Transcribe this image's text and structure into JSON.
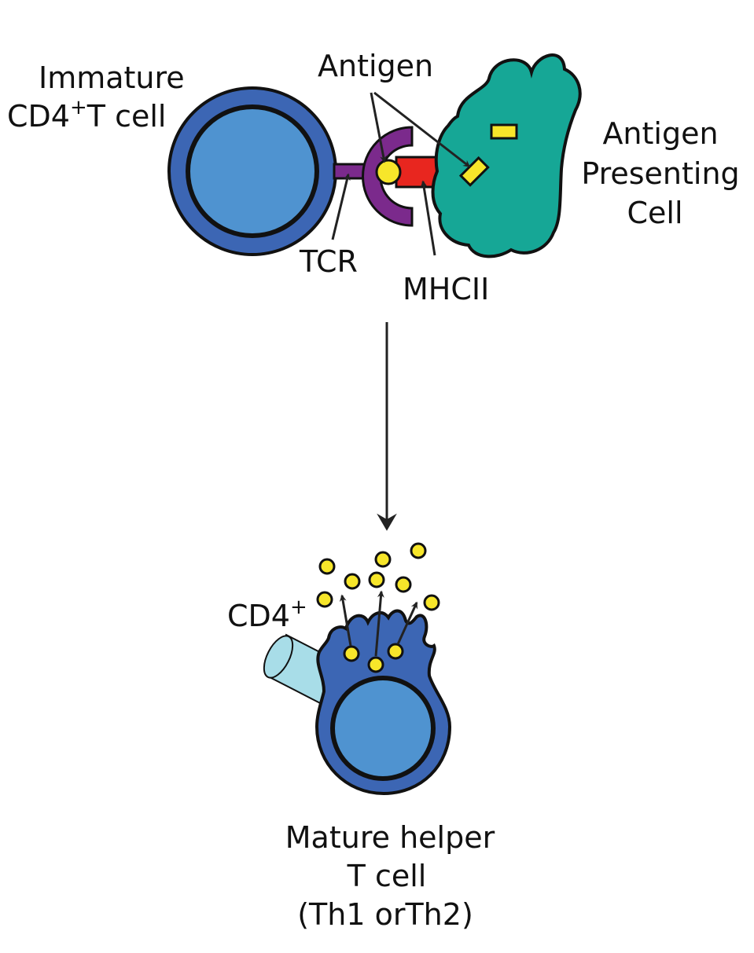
{
  "labels": {
    "immature_line1": "Immature",
    "immature_cd4": "CD4",
    "immature_plus": "+",
    "immature_tcell": "T cell",
    "antigen": "Antigen",
    "apc_line1": "Antigen",
    "apc_line2": "Presenting",
    "apc_line3": "Cell",
    "tcr": "TCR",
    "mhcii": "MHCII",
    "cd4": "CD4",
    "cd4_plus": "+",
    "mature_line1": "Mature helper",
    "mature_line2": "T cell",
    "mature_line3": "(Th1 orTh2)"
  },
  "colors": {
    "tcell_outer": "#3c66b4",
    "tcell_inner": "#4f93d0",
    "tcr": "#7b2a8c",
    "antigen": "#f7e62a",
    "mhcii": "#e8261f",
    "apc": "#16a796",
    "cd4_receptor": "#a8dde8"
  }
}
